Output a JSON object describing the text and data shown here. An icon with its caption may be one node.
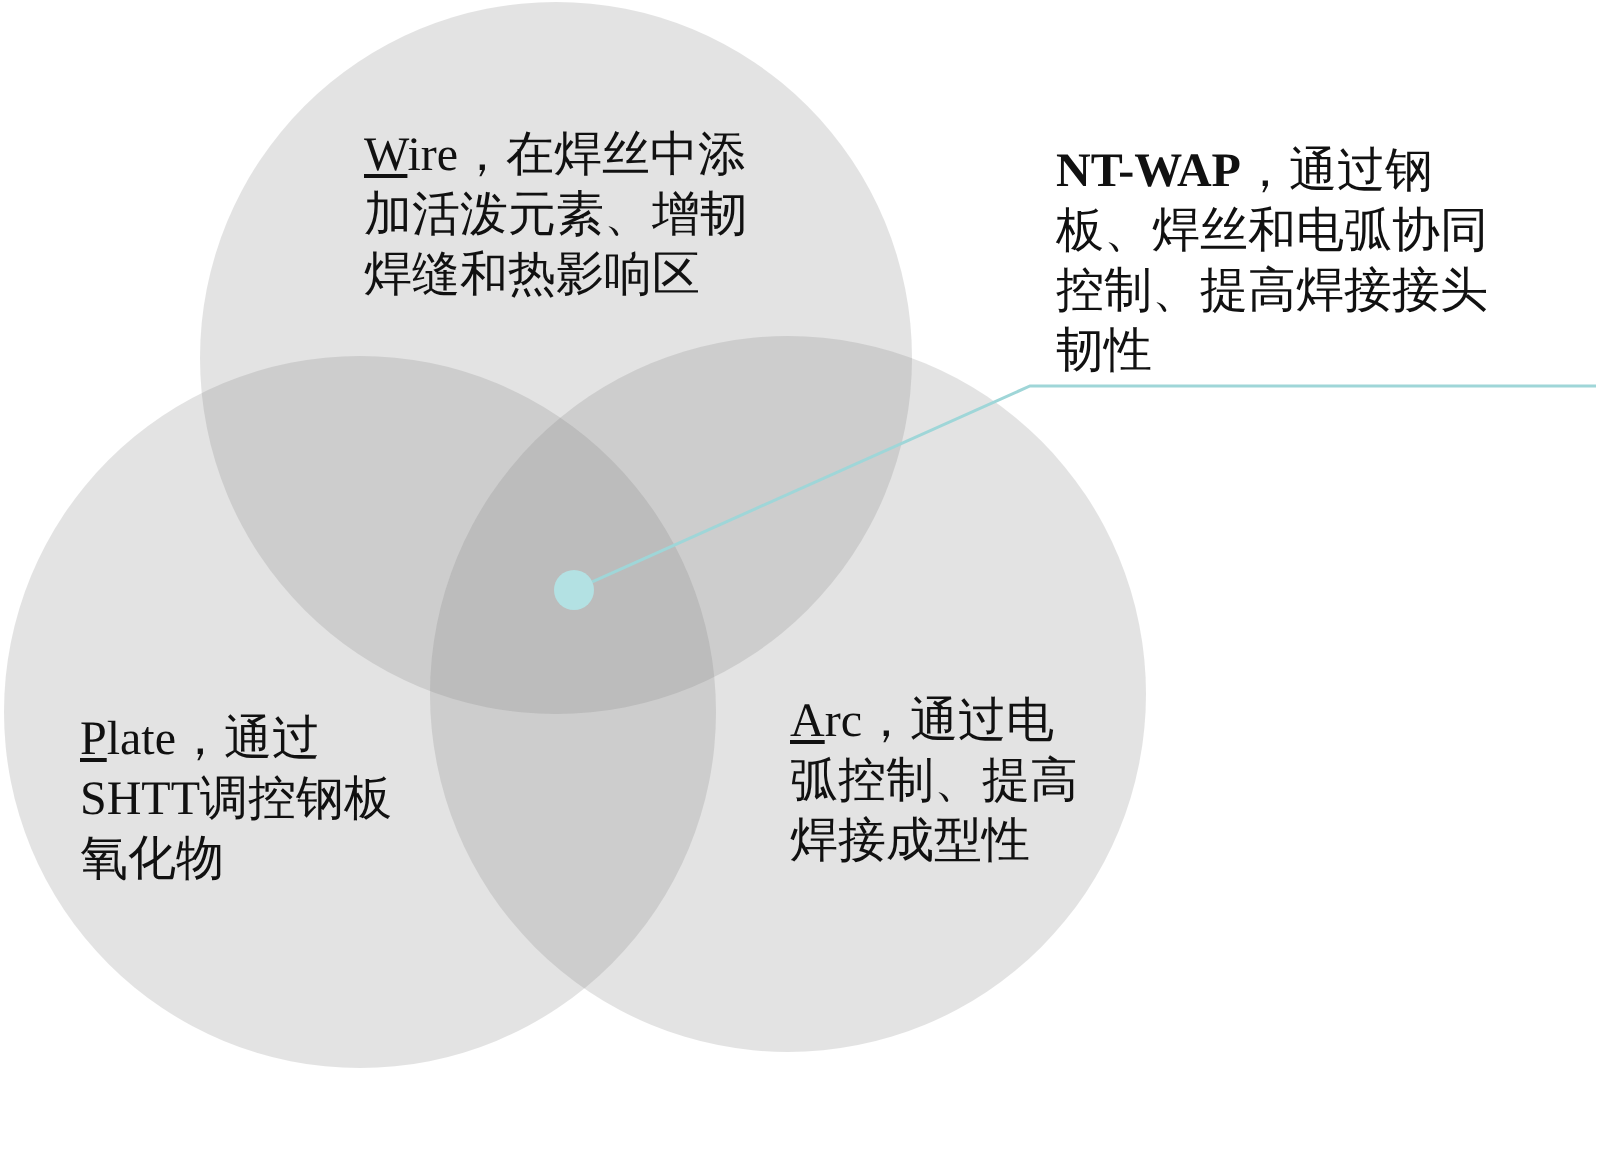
{
  "diagram": {
    "nodes": [
      {
        "text": [
          "Wire，在焊丝中添加活泼元素、增韧焊缝和热影响区"
        ]
      },
      {
        "text": [
          "**NT-WAP**，通过钢板、焊丝和电弧协同控制、提高焊接接头韧性"
        ]
      },
      {
        "text": [],
        "shape": "circle"
      },
      {
        "text": [
          "Plate，通过SHTT调控钢板氧化物"
        ]
      },
      {
        "text": [
          "Arc，通过电弧控制、提高焊接成型性"
        ]
      }
    ],
    "edges": [
      {
        "from": 1,
        "to": 2,
        "arrow": "none"
      }
    ]
  }
}
